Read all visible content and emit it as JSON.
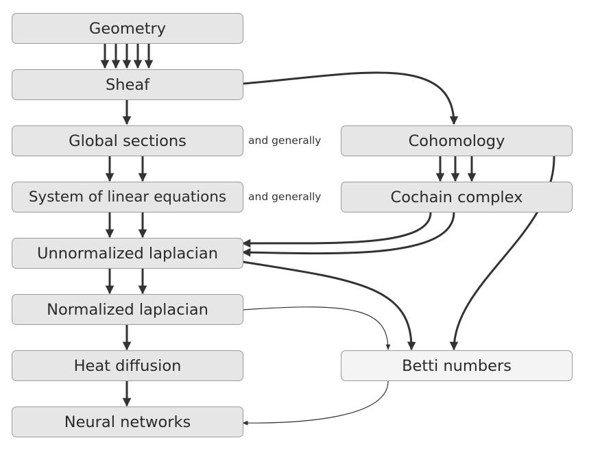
{
  "nodes": {
    "geometry": "Geometry",
    "sheaf": "Sheaf",
    "global_sections": "Global sections",
    "linear_equations": "System of linear equations",
    "unnormalized_laplacian": "Unnormalized laplacian",
    "normalized_laplacian": "Normalized laplacian",
    "heat_diffusion": "Heat diffusion",
    "neural_networks": "Neural networks",
    "cohomology": "Cohomology",
    "cochain_complex": "Cochain complex",
    "betti_numbers": "Betti numbers"
  },
  "notes": {
    "generalize_1": "and generally",
    "generalize_2": "and generally"
  },
  "colors": {
    "node_fill": "#e6e6e6",
    "node_fill_light": "#f4f4f4",
    "node_border": "#9a9a9a",
    "arrow": "#333333"
  }
}
